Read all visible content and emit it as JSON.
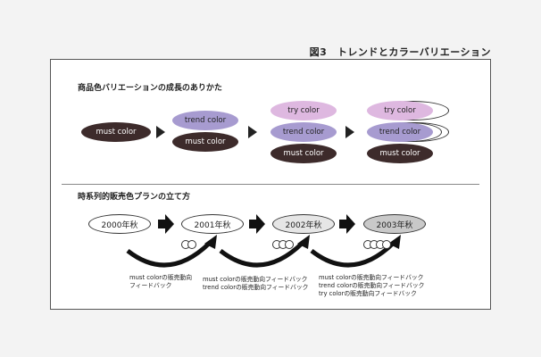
{
  "figure_title": "図3　トレンドとカラーバリエーション",
  "section1": {
    "title": "商品色バリエーションの成長のありかた",
    "stages": [
      [
        "must color"
      ],
      [
        "trend color",
        "must color"
      ],
      [
        "try color",
        "trend color",
        "must color"
      ],
      [
        "try color",
        "trend color",
        "must color"
      ]
    ]
  },
  "section2": {
    "title": "時系列的販売色プランの立て方",
    "years": [
      "2000年秋",
      "2001年秋",
      "2002年秋",
      "2003年秋"
    ],
    "notes": [
      [
        "must colorの販売動向",
        "フィードバック"
      ],
      [
        "must colorの販売動向フィードバック",
        "trend colorの販売動向フィードバック"
      ],
      [
        "must colorの販売動向フィードバック",
        "trend colorの販売動向フィードバック",
        "try colorの販売動向フィードバック"
      ]
    ]
  },
  "colors": {
    "must": "#3d2b2b",
    "trend": "#a79bd0",
    "try": "#deb8e0"
  }
}
